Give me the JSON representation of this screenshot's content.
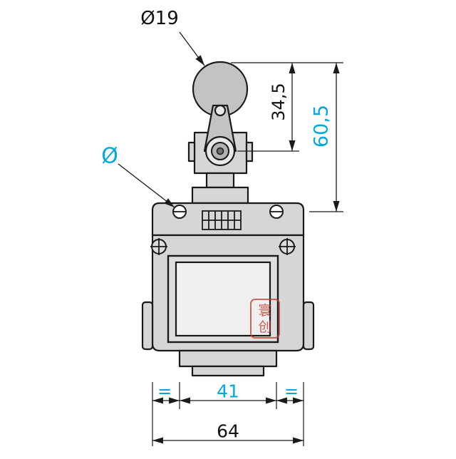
{
  "drawing": {
    "labels": {
      "roller_diameter": "Ø19",
      "lever_height": "34,5",
      "overall_height": "60,5",
      "mounting_hole_diameter": "Ø",
      "hole_spacing": "41",
      "body_width": "64",
      "equal_left": "=",
      "equal_right": "="
    },
    "watermark": {
      "char1": "寰",
      "char2": "创"
    },
    "colors": {
      "dimension_accent": "#00a9e0",
      "line": "#1a1a1a",
      "body_fill": "#d6d6d6",
      "roller_fill": "#c3c3c3",
      "watermark_red": "#c0392b"
    }
  }
}
